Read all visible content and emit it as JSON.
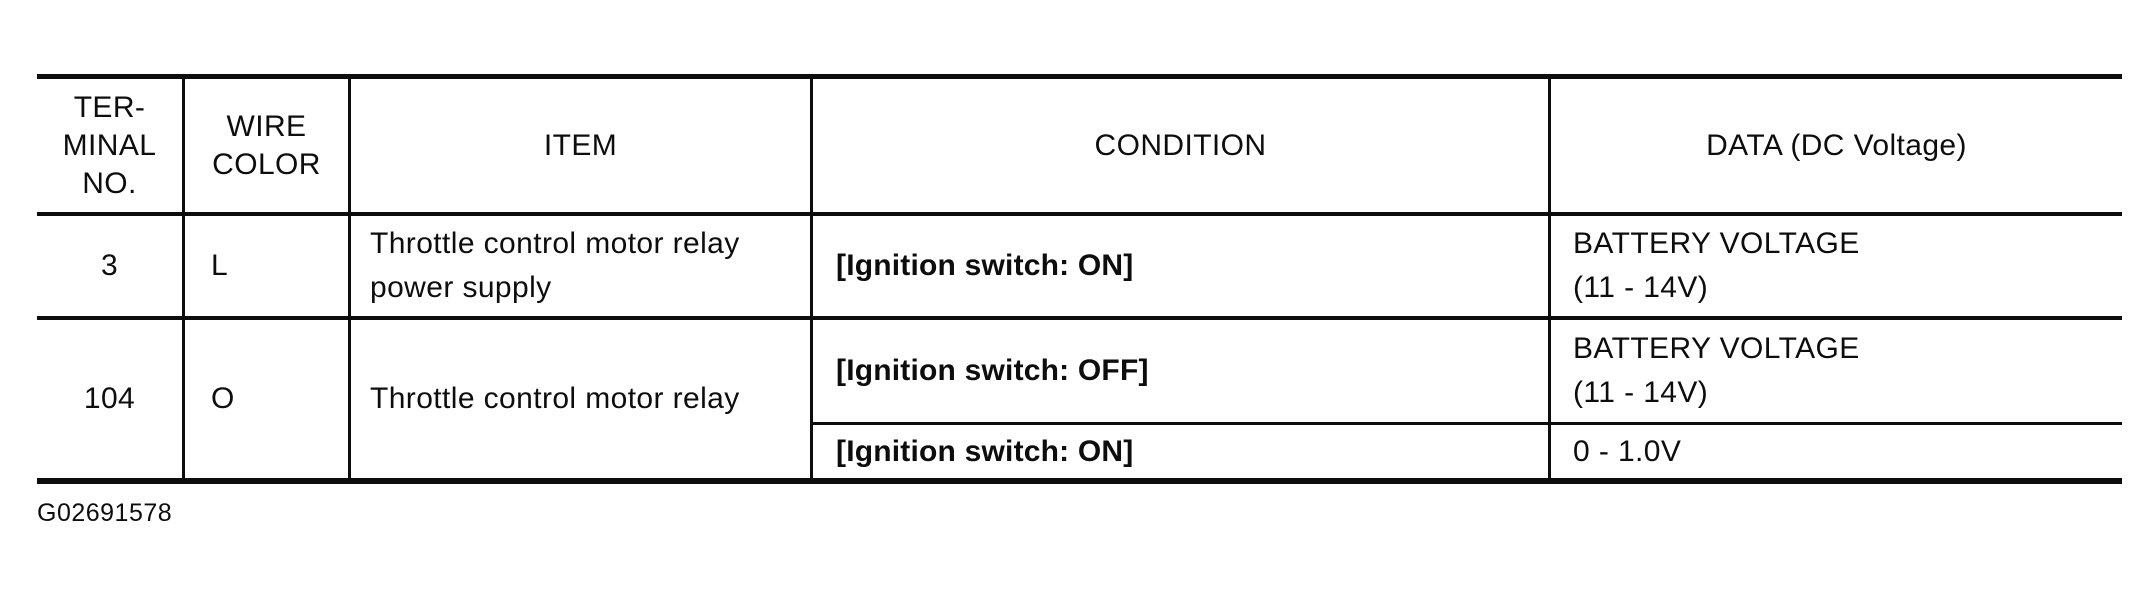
{
  "table": {
    "columns": {
      "terminal": "TER-\nMINAL\nNO.",
      "wire": "WIRE\nCOLOR",
      "item": "ITEM",
      "condition": "CONDITION",
      "data": "DATA (DC Voltage)"
    },
    "rows": [
      {
        "terminal": "3",
        "wire": "L",
        "item": "Throttle control motor relay\npower supply",
        "conditions": [
          {
            "condition": "[Ignition switch: ON]",
            "data": "BATTERY VOLTAGE\n(11 - 14V)"
          }
        ]
      },
      {
        "terminal": "104",
        "wire": "O",
        "item": "Throttle control motor relay",
        "conditions": [
          {
            "condition": "[Ignition switch: OFF]",
            "data": "BATTERY VOLTAGE\n(11 - 14V)"
          },
          {
            "condition": "[Ignition switch: ON]",
            "data": "0 - 1.0V"
          }
        ]
      }
    ]
  },
  "figure_id": "G02691578",
  "colors": {
    "ink": "#0d0d0d",
    "background": "#ffffff"
  }
}
